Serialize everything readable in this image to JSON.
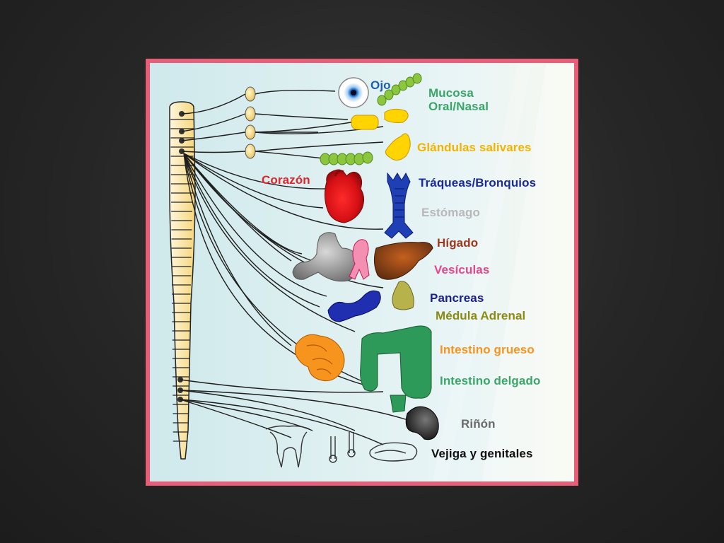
{
  "labels": {
    "ojo": "Ojo",
    "mucosa_l1": "Mucosa",
    "mucosa_l2": "Oral/Nasal",
    "glandulas": "Glándulas salivares",
    "corazon": "Corazón",
    "traqueas": "Tráqueas/Bronquios",
    "estomago": "Estómago",
    "higado": "Hígado",
    "vesiculas": "Vesículas",
    "pancreas": "Pancreas",
    "medula": "Médula Adrenal",
    "int_grueso": "Intestino grueso",
    "int_delgado": "Intestino delgado",
    "rinon": "Riñón",
    "vejiga": "Vejiga y genitales"
  },
  "colors": {
    "frame": "#e85d78",
    "ojo": "#1a5fb4",
    "mucosa": "#3aa66a",
    "glandulas": "#f2b400",
    "corazon": "#e0242a",
    "traqueas": "#1a2a9a",
    "estomago": "#b8b8b8",
    "higado": "#a0361c",
    "vesiculas": "#e8458a",
    "pancreas": "#1a2090",
    "medula": "#8a8a10",
    "int_grueso": "#f7941d",
    "int_delgado": "#3aa66a",
    "rinon": "#6a6a6a",
    "vejiga": "#111111"
  }
}
